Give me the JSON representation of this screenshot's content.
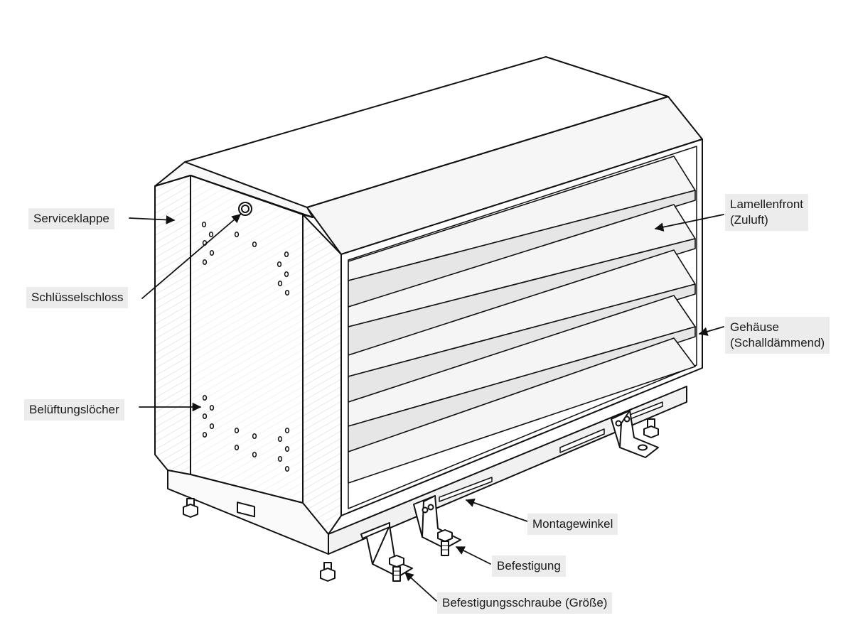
{
  "labels": {
    "serviceklappe": "Serviceklappe",
    "schluesselschloss": "Schlüsselschloss",
    "belueftungsloecher": "Belüftungslöcher",
    "lamellenfront_1": "Lamellenfront",
    "lamellenfront_2": "(Zuluft)",
    "gehaeuse_1": "Gehäuse",
    "gehaeuse_2": "(Schalldämmend)",
    "montagewinkel": "Montagewinkel",
    "befestigung": "Befestigung",
    "befestigungsschraube": "Befestigungsschraube (Größe)"
  }
}
